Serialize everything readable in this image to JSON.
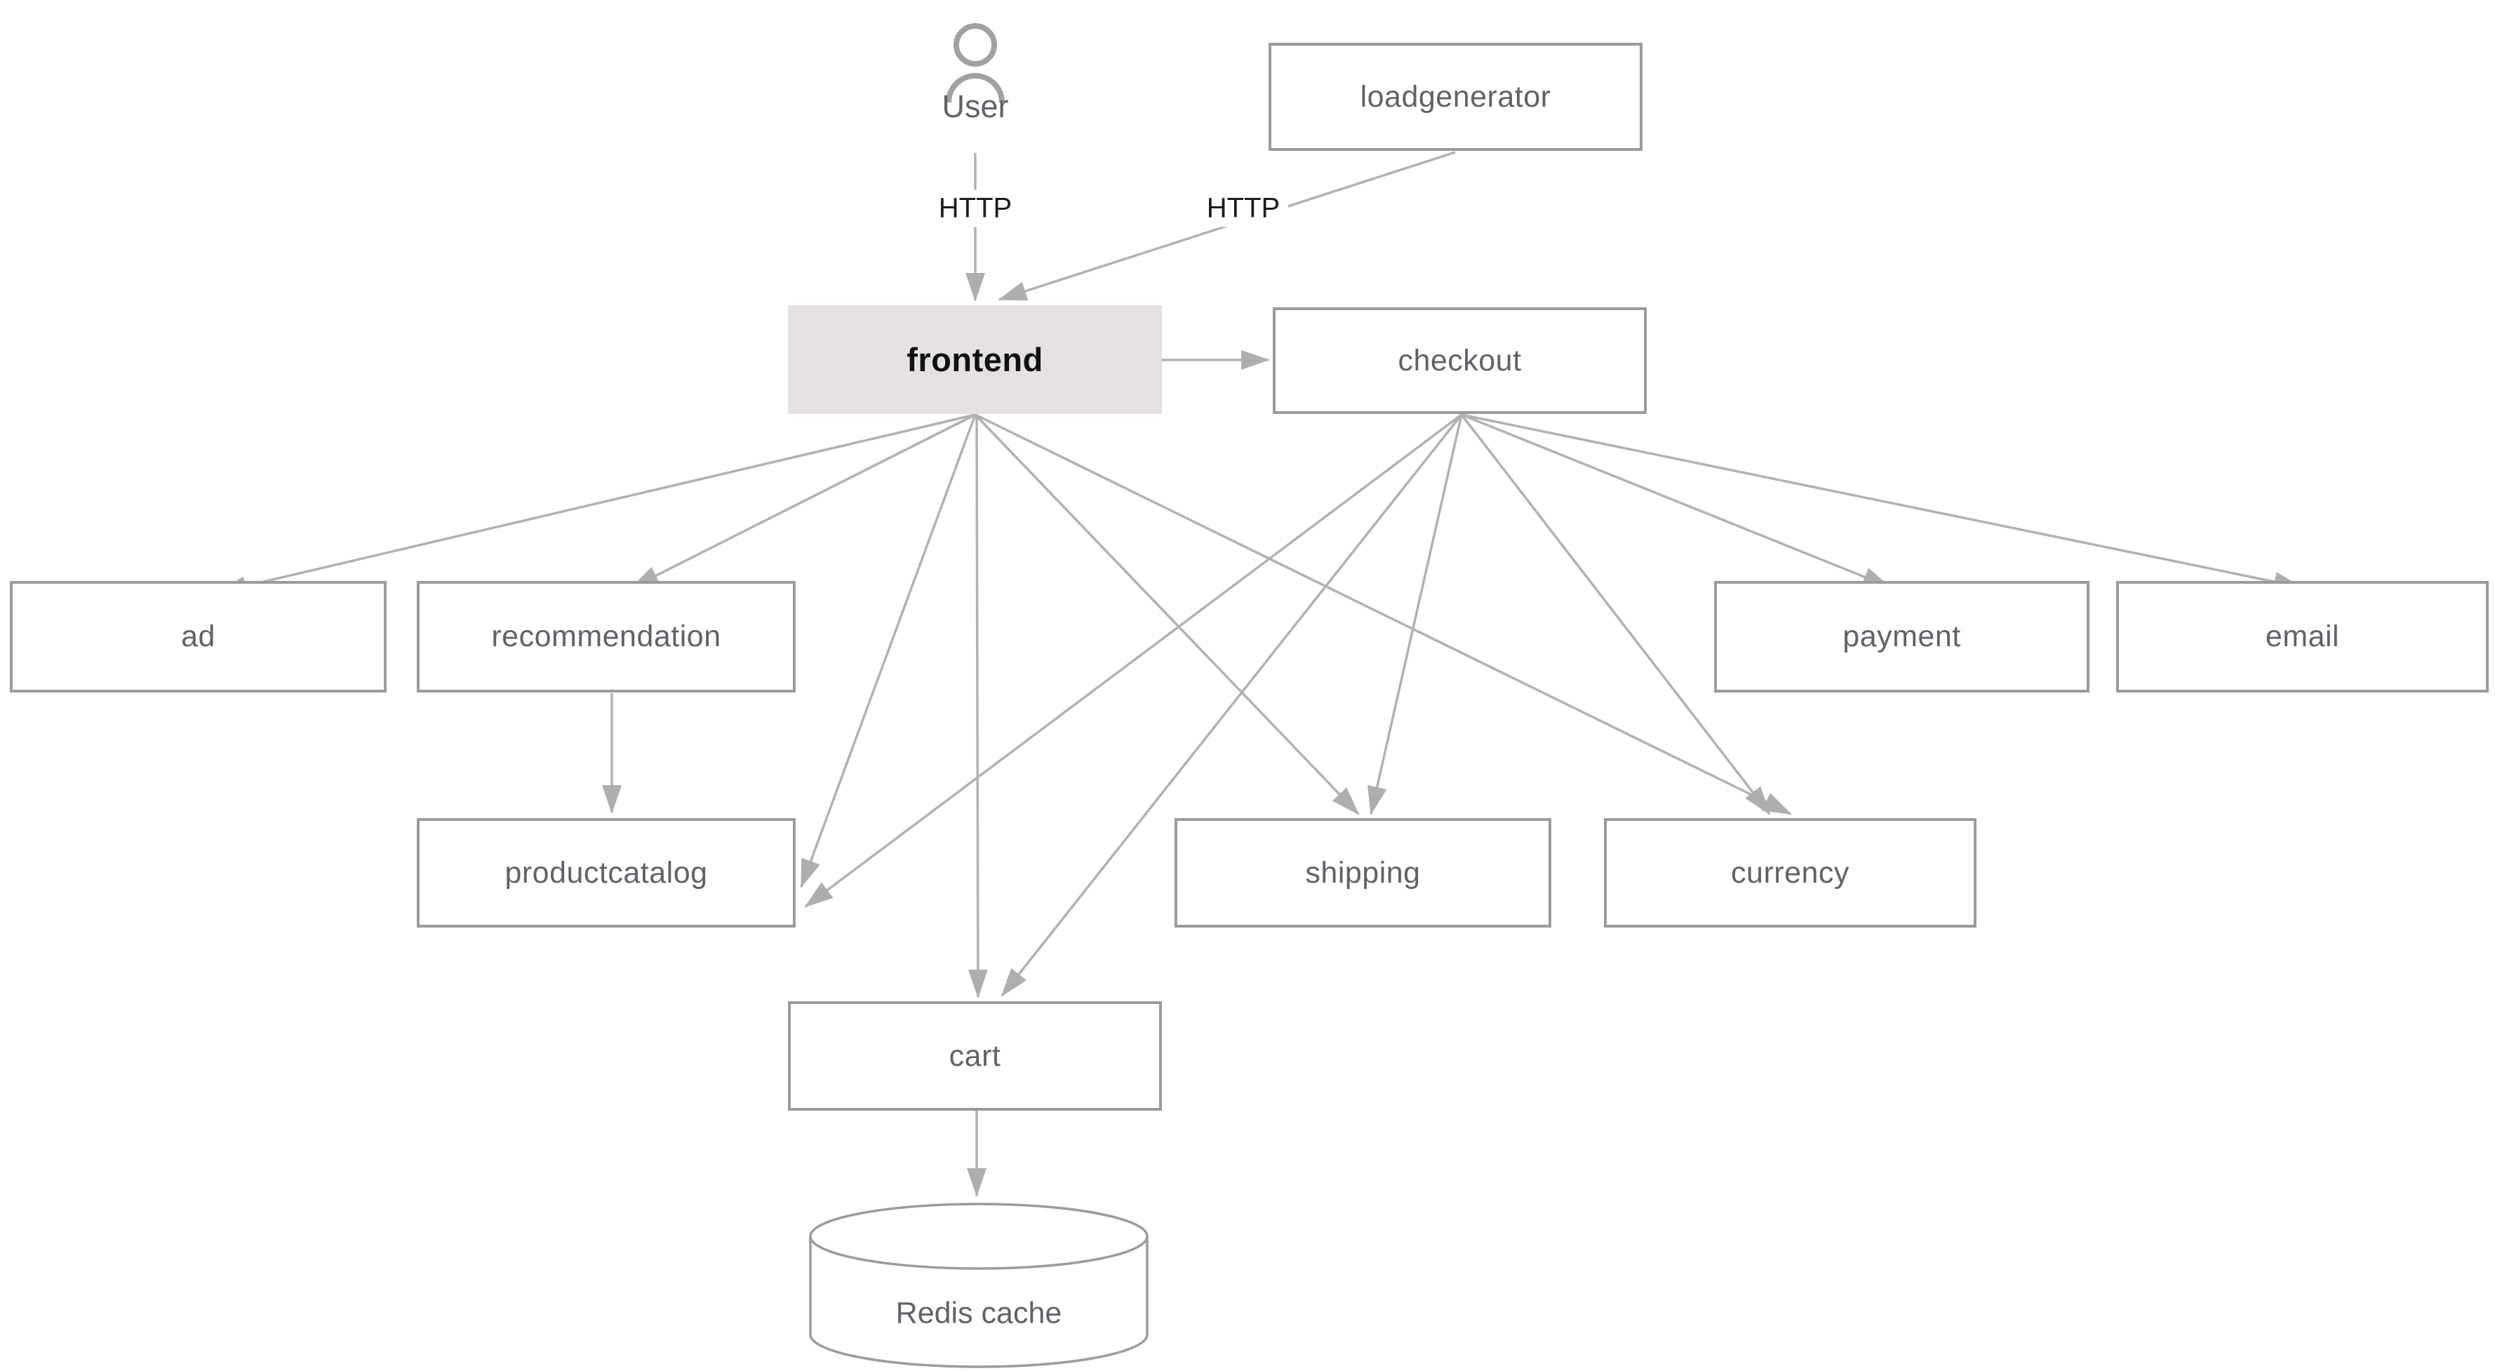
{
  "diagram": {
    "type": "architecture",
    "actor": {
      "id": "user",
      "label": "User"
    },
    "nodes": {
      "loadgenerator": {
        "label": "loadgenerator"
      },
      "frontend": {
        "label": "frontend",
        "emphasized": true
      },
      "checkout": {
        "label": "checkout"
      },
      "ad": {
        "label": "ad"
      },
      "recommendation": {
        "label": "recommendation"
      },
      "payment": {
        "label": "payment"
      },
      "email": {
        "label": "email"
      },
      "productcatalog": {
        "label": "productcatalog"
      },
      "shipping": {
        "label": "shipping"
      },
      "currency": {
        "label": "currency"
      },
      "cart": {
        "label": "cart"
      }
    },
    "database": {
      "id": "redis",
      "label": "Redis cache",
      "shape": "cylinder"
    },
    "edges": [
      {
        "from": "user",
        "to": "frontend",
        "label": "HTTP"
      },
      {
        "from": "loadgenerator",
        "to": "frontend",
        "label": "HTTP"
      },
      {
        "from": "frontend",
        "to": "checkout"
      },
      {
        "from": "frontend",
        "to": "ad"
      },
      {
        "from": "frontend",
        "to": "recommendation"
      },
      {
        "from": "frontend",
        "to": "productcatalog"
      },
      {
        "from": "frontend",
        "to": "cart"
      },
      {
        "from": "frontend",
        "to": "shipping"
      },
      {
        "from": "frontend",
        "to": "currency"
      },
      {
        "from": "checkout",
        "to": "productcatalog"
      },
      {
        "from": "checkout",
        "to": "cart"
      },
      {
        "from": "checkout",
        "to": "shipping"
      },
      {
        "from": "checkout",
        "to": "currency"
      },
      {
        "from": "checkout",
        "to": "payment"
      },
      {
        "from": "checkout",
        "to": "email"
      },
      {
        "from": "recommendation",
        "to": "productcatalog"
      },
      {
        "from": "cart",
        "to": "redis"
      }
    ],
    "colors": {
      "edge_line": "#b1b1b1",
      "arrowhead": "#aeaeae",
      "box_border": "#9b9b9b",
      "box_fill": "#ffffff",
      "box_text": "#5f6368",
      "frontend_fill": "#e5e0e2",
      "frontend_text": "#111111",
      "edge_label_text": "#1c1c1c",
      "actor_icon": "#a1a1a1"
    }
  }
}
